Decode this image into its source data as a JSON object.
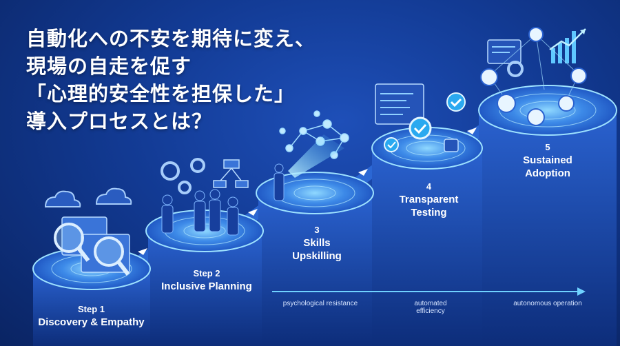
{
  "title_lines": [
    "自動化への不安を期待に変え、",
    "現場の自走を促す",
    "「心理的安全性を担保した」",
    "導入プロセスとは？"
  ],
  "steps": [
    {
      "number": "Step 1",
      "name": "Discovery & Empathy"
    },
    {
      "number": "Step 2",
      "name": "Inclusive Planning"
    },
    {
      "number": "3",
      "name": "Skills Upskilling",
      "line1": "Skills",
      "line2": "Upskilling"
    },
    {
      "number": "4",
      "name": "Transparent Testing",
      "line1": "Transparent",
      "line2": "Testing"
    },
    {
      "number": "5",
      "name": "Sustained Adoption",
      "line1": "Sustained",
      "line2": "Adoption"
    }
  ],
  "axis_labels": {
    "a": "psychological resistance",
    "b1": "automated",
    "b2": "efficiency",
    "c": "autonomous operation"
  },
  "icons": [
    "cloud-icon",
    "magnifier-icon",
    "gear-icon",
    "flowchart-icon",
    "people-icon",
    "network-icon",
    "checkmark-icon",
    "code-window-icon",
    "avatar-icon",
    "growth-chart-icon"
  ],
  "colors": {
    "background": "#123a93",
    "accent": "#4fc3ff",
    "pillar": "#1b4bb0"
  }
}
